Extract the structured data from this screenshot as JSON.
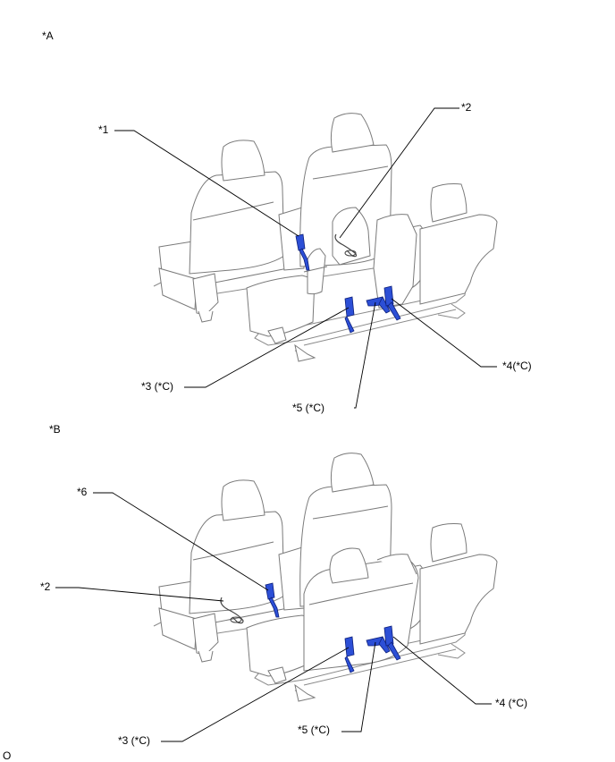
{
  "panels": [
    {
      "id": "A",
      "tag": "*A",
      "labels": {
        "c1": "*1",
        "c2": "*2",
        "c3": "*3 (*C)",
        "c4": "*4(*C)",
        "c5": "*5 (*C)"
      }
    },
    {
      "id": "B",
      "tag": "*B",
      "labels": {
        "c6": "*6",
        "c2": "*2",
        "c3": "*3 (*C)",
        "c4": "*4 (*C)",
        "c5": "*5 (*C)"
      }
    }
  ],
  "footer_code": "O",
  "colors": {
    "buckle": "#2c4fd6",
    "outline": "#7a7a7a",
    "leader": "#000000"
  }
}
